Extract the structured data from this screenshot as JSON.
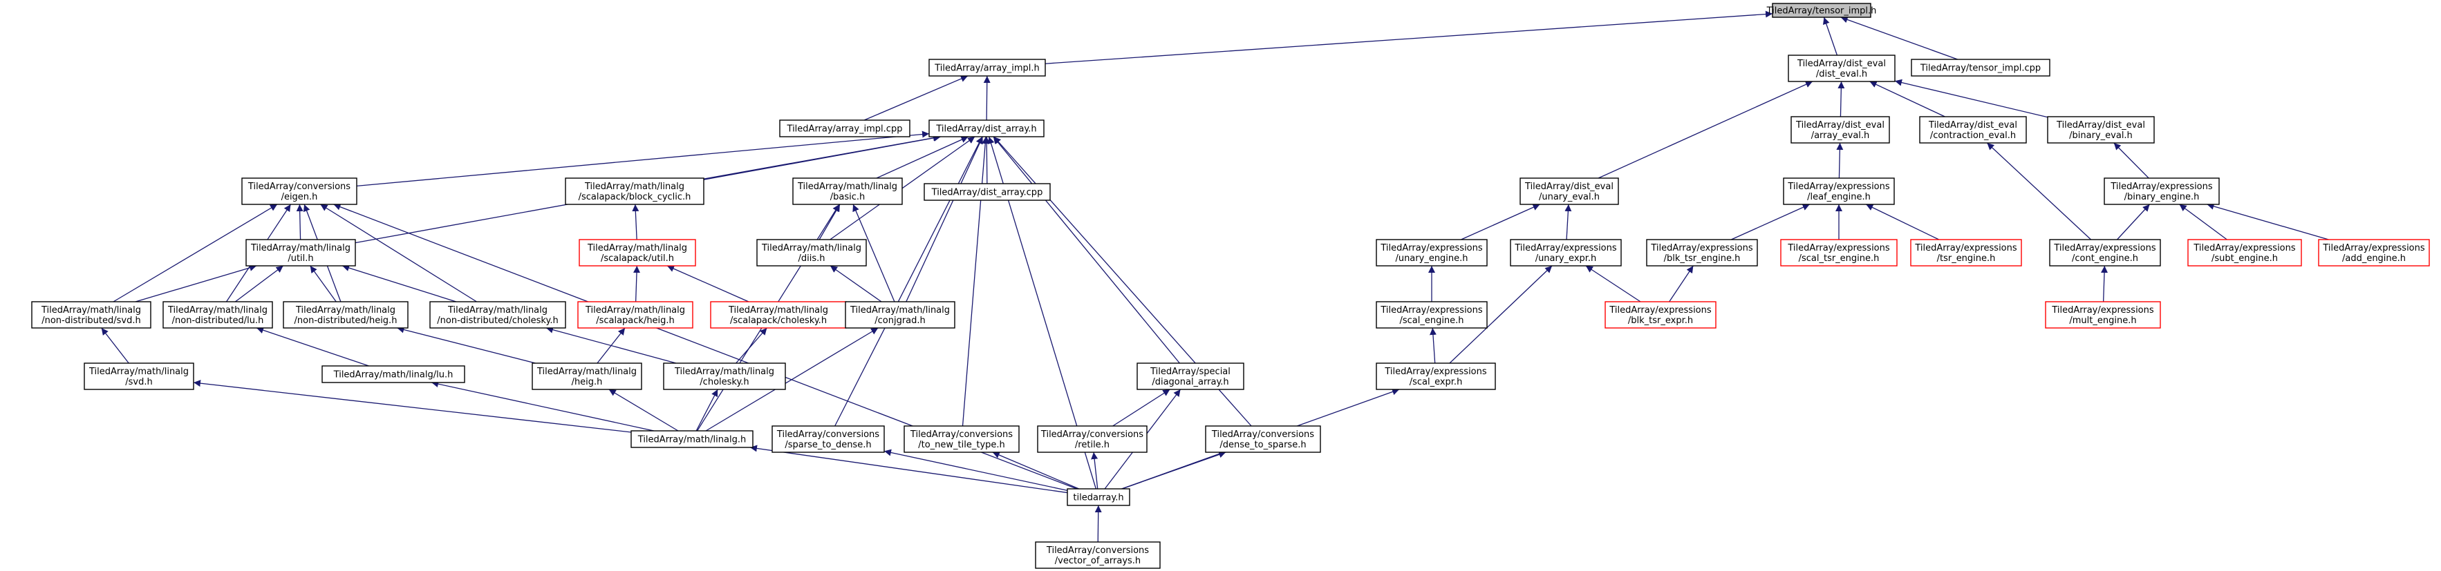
{
  "title": "",
  "colors": {
    "edge": "#191970",
    "normal_border": "#000000",
    "red_border": "#ff0000",
    "root_fill": "#bfbfbf"
  },
  "nodes": [
    {
      "id": "tensor_impl",
      "lines": [
        "TiledArray/tensor_impl.h"
      ],
      "style": "root"
    },
    {
      "id": "array_impl",
      "lines": [
        "TiledArray/array_impl.h"
      ]
    },
    {
      "id": "dist_eval",
      "lines": [
        "TiledArray/dist_eval",
        "/dist_eval.h"
      ]
    },
    {
      "id": "tensor_impl_cpp",
      "lines": [
        "TiledArray/tensor_impl.cpp"
      ]
    },
    {
      "id": "array_impl_cpp",
      "lines": [
        "TiledArray/array_impl.cpp"
      ]
    },
    {
      "id": "dist_array",
      "lines": [
        "TiledArray/dist_array.h"
      ]
    },
    {
      "id": "array_eval",
      "lines": [
        "TiledArray/dist_eval",
        "/array_eval.h"
      ]
    },
    {
      "id": "contraction_eval",
      "lines": [
        "TiledArray/dist_eval",
        "/contraction_eval.h"
      ]
    },
    {
      "id": "binary_eval",
      "lines": [
        "TiledArray/dist_eval",
        "/binary_eval.h"
      ]
    },
    {
      "id": "eigen",
      "lines": [
        "TiledArray/conversions",
        "/eigen.h"
      ]
    },
    {
      "id": "block_cyclic",
      "lines": [
        "TiledArray/math/linalg",
        "/scalapack/block_cyclic.h"
      ]
    },
    {
      "id": "basic",
      "lines": [
        "TiledArray/math/linalg",
        "/basic.h"
      ]
    },
    {
      "id": "dist_array_cpp",
      "lines": [
        "TiledArray/dist_array.cpp"
      ]
    },
    {
      "id": "unary_eval",
      "lines": [
        "TiledArray/dist_eval",
        "/unary_eval.h"
      ]
    },
    {
      "id": "leaf_engine",
      "lines": [
        "TiledArray/expressions",
        "/leaf_engine.h"
      ]
    },
    {
      "id": "binary_engine",
      "lines": [
        "TiledArray/expressions",
        "/binary_engine.h"
      ]
    },
    {
      "id": "util_h",
      "lines": [
        "TiledArray/math/linalg",
        "/util.h"
      ]
    },
    {
      "id": "scalapack_util",
      "lines": [
        "TiledArray/math/linalg",
        "/scalapack/util.h"
      ],
      "style": "red"
    },
    {
      "id": "diis",
      "lines": [
        "TiledArray/math/linalg",
        "/diis.h"
      ]
    },
    {
      "id": "unary_engine",
      "lines": [
        "TiledArray/expressions",
        "/unary_engine.h"
      ]
    },
    {
      "id": "unary_expr",
      "lines": [
        "TiledArray/expressions",
        "/unary_expr.h"
      ]
    },
    {
      "id": "blk_tsr_engine",
      "lines": [
        "TiledArray/expressions",
        "/blk_tsr_engine.h"
      ]
    },
    {
      "id": "scal_tsr_engine",
      "lines": [
        "TiledArray/expressions",
        "/scal_tsr_engine.h"
      ],
      "style": "red"
    },
    {
      "id": "tsr_engine",
      "lines": [
        "TiledArray/expressions",
        "/tsr_engine.h"
      ],
      "style": "red"
    },
    {
      "id": "cont_engine",
      "lines": [
        "TiledArray/expressions",
        "/cont_engine.h"
      ]
    },
    {
      "id": "subt_engine",
      "lines": [
        "TiledArray/expressions",
        "/subt_engine.h"
      ],
      "style": "red"
    },
    {
      "id": "add_engine",
      "lines": [
        "TiledArray/expressions",
        "/add_engine.h"
      ],
      "style": "red"
    },
    {
      "id": "nd_svd",
      "lines": [
        "TiledArray/math/linalg",
        "/non-distributed/svd.h"
      ]
    },
    {
      "id": "nd_lu",
      "lines": [
        "TiledArray/math/linalg",
        "/non-distributed/lu.h"
      ]
    },
    {
      "id": "nd_heig",
      "lines": [
        "TiledArray/math/linalg",
        "/non-distributed/heig.h"
      ]
    },
    {
      "id": "nd_cholesky",
      "lines": [
        "TiledArray/math/linalg",
        "/non-distributed/cholesky.h"
      ]
    },
    {
      "id": "sp_heig",
      "lines": [
        "TiledArray/math/linalg",
        "/scalapack/heig.h"
      ],
      "style": "red"
    },
    {
      "id": "sp_cholesky",
      "lines": [
        "TiledArray/math/linalg",
        "/scalapack/cholesky.h"
      ],
      "style": "red"
    },
    {
      "id": "conjgrad",
      "lines": [
        "TiledArray/math/linalg",
        "/conjgrad.h"
      ]
    },
    {
      "id": "scal_engine",
      "lines": [
        "TiledArray/expressions",
        "/scal_engine.h"
      ]
    },
    {
      "id": "blk_tsr_expr",
      "lines": [
        "TiledArray/expressions",
        "/blk_tsr_expr.h"
      ],
      "style": "red"
    },
    {
      "id": "mult_engine",
      "lines": [
        "TiledArray/expressions",
        "/mult_engine.h"
      ],
      "style": "red"
    },
    {
      "id": "svd",
      "lines": [
        "TiledArray/math/linalg",
        "/svd.h"
      ]
    },
    {
      "id": "lu",
      "lines": [
        "TiledArray/math/linalg/lu.h"
      ]
    },
    {
      "id": "heig",
      "lines": [
        "TiledArray/math/linalg",
        "/heig.h"
      ]
    },
    {
      "id": "cholesky",
      "lines": [
        "TiledArray/math/linalg",
        "/cholesky.h"
      ]
    },
    {
      "id": "diagonal_array",
      "lines": [
        "TiledArray/special",
        "/diagonal_array.h"
      ]
    },
    {
      "id": "scal_expr",
      "lines": [
        "TiledArray/expressions",
        "/scal_expr.h"
      ]
    },
    {
      "id": "linalg",
      "lines": [
        "TiledArray/math/linalg.h"
      ]
    },
    {
      "id": "sparse_to_dense",
      "lines": [
        "TiledArray/conversions",
        "/sparse_to_dense.h"
      ]
    },
    {
      "id": "to_new_tile_type",
      "lines": [
        "TiledArray/conversions",
        "/to_new_tile_type.h"
      ]
    },
    {
      "id": "retile",
      "lines": [
        "TiledArray/conversions",
        "/retile.h"
      ]
    },
    {
      "id": "dense_to_sparse",
      "lines": [
        "TiledArray/conversions",
        "/dense_to_sparse.h"
      ]
    },
    {
      "id": "tiledarray",
      "lines": [
        "tiledarray.h"
      ]
    },
    {
      "id": "vector_of_arrays",
      "lines": [
        "TiledArray/conversions",
        "/vector_of_arrays.h"
      ]
    }
  ],
  "edges": [
    [
      "array_impl",
      "tensor_impl"
    ],
    [
      "dist_eval",
      "tensor_impl"
    ],
    [
      "tensor_impl_cpp",
      "tensor_impl"
    ],
    [
      "array_impl_cpp",
      "array_impl"
    ],
    [
      "dist_array",
      "array_impl"
    ],
    [
      "array_eval",
      "dist_eval"
    ],
    [
      "contraction_eval",
      "dist_eval"
    ],
    [
      "binary_eval",
      "dist_eval"
    ],
    [
      "unary_eval",
      "dist_eval"
    ],
    [
      "eigen",
      "dist_array"
    ],
    [
      "block_cyclic",
      "dist_array"
    ],
    [
      "basic",
      "dist_array"
    ],
    [
      "dist_array_cpp",
      "dist_array"
    ],
    [
      "util_h",
      "dist_array"
    ],
    [
      "diis",
      "dist_array"
    ],
    [
      "conjgrad",
      "dist_array"
    ],
    [
      "diagonal_array",
      "dist_array"
    ],
    [
      "sparse_to_dense",
      "dist_array"
    ],
    [
      "to_new_tile_type",
      "dist_array"
    ],
    [
      "dense_to_sparse",
      "dist_array"
    ],
    [
      "tiledarray",
      "dist_array"
    ],
    [
      "leaf_engine",
      "array_eval"
    ],
    [
      "cont_engine",
      "contraction_eval"
    ],
    [
      "binary_engine",
      "binary_eval"
    ],
    [
      "unary_engine",
      "unary_eval"
    ],
    [
      "unary_expr",
      "unary_eval"
    ],
    [
      "blk_tsr_engine",
      "leaf_engine"
    ],
    [
      "scal_tsr_engine",
      "leaf_engine"
    ],
    [
      "tsr_engine",
      "leaf_engine"
    ],
    [
      "cont_engine",
      "binary_engine"
    ],
    [
      "subt_engine",
      "binary_engine"
    ],
    [
      "add_engine",
      "binary_engine"
    ],
    [
      "mult_engine",
      "cont_engine"
    ],
    [
      "util_h",
      "eigen"
    ],
    [
      "nd_svd",
      "eigen"
    ],
    [
      "nd_lu",
      "eigen"
    ],
    [
      "nd_heig",
      "eigen"
    ],
    [
      "nd_cholesky",
      "eigen"
    ],
    [
      "tiledarray",
      "eigen"
    ],
    [
      "nd_svd",
      "util_h"
    ],
    [
      "nd_lu",
      "util_h"
    ],
    [
      "nd_heig",
      "util_h"
    ],
    [
      "nd_cholesky",
      "util_h"
    ],
    [
      "scalapack_util",
      "block_cyclic"
    ],
    [
      "sp_heig",
      "scalapack_util"
    ],
    [
      "sp_cholesky",
      "scalapack_util"
    ],
    [
      "diis",
      "basic"
    ],
    [
      "conjgrad",
      "basic"
    ],
    [
      "linalg",
      "basic"
    ],
    [
      "conjgrad",
      "diis"
    ],
    [
      "scal_engine",
      "unary_engine"
    ],
    [
      "scal_expr",
      "unary_expr"
    ],
    [
      "blk_tsr_expr",
      "unary_expr"
    ],
    [
      "blk_tsr_expr",
      "blk_tsr_engine"
    ],
    [
      "scal_expr",
      "scal_engine"
    ],
    [
      "svd",
      "nd_svd"
    ],
    [
      "lu",
      "nd_lu"
    ],
    [
      "heig",
      "nd_heig"
    ],
    [
      "cholesky",
      "nd_cholesky"
    ],
    [
      "heig",
      "sp_heig"
    ],
    [
      "cholesky",
      "sp_cholesky"
    ],
    [
      "linalg",
      "svd"
    ],
    [
      "linalg",
      "lu"
    ],
    [
      "linalg",
      "heig"
    ],
    [
      "linalg",
      "cholesky"
    ],
    [
      "linalg",
      "conjgrad"
    ],
    [
      "retile",
      "diagonal_array"
    ],
    [
      "tiledarray",
      "diagonal_array"
    ],
    [
      "tiledarray",
      "scal_expr"
    ],
    [
      "tiledarray",
      "linalg"
    ],
    [
      "tiledarray",
      "sparse_to_dense"
    ],
    [
      "tiledarray",
      "to_new_tile_type"
    ],
    [
      "tiledarray",
      "retile"
    ],
    [
      "tiledarray",
      "dense_to_sparse"
    ],
    [
      "vector_of_arrays",
      "tiledarray"
    ]
  ]
}
